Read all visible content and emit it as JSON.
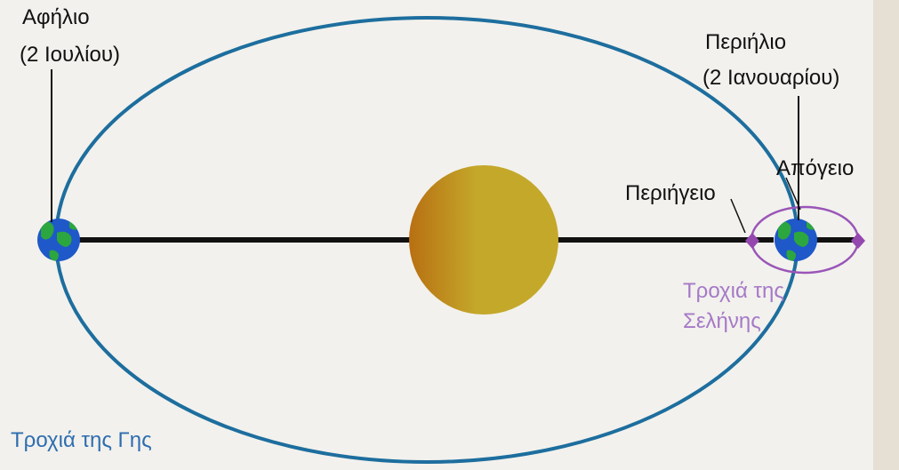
{
  "labels": {
    "aphelion": "Αφήλιο",
    "aphelion_date": "(2 Ιουλίου)",
    "perihelion": "Περιήλιο",
    "perihelion_date": "(2 Ιανουαρίου)",
    "apogee": "Απόγειο",
    "perigee": "Περιήγειο",
    "moon_orbit_line1": "Τροχιά της",
    "moon_orbit_line2": "Σελήνης",
    "earth_orbit": "Τροχιά της Γης"
  },
  "colors": {
    "earth_orbit": "#1d6e9e",
    "moon_orbit": "#9a55b8",
    "moon": "#9547b0",
    "sun_light": "#c4a82a",
    "sun_dark": "#b86f12",
    "earth_ocean": "#1f58c8",
    "earth_land": "#2ca63f",
    "axis": "#111111"
  },
  "icons": {
    "sun": "sun-icon",
    "earth": "earth-icon",
    "moon": "moon-icon"
  }
}
